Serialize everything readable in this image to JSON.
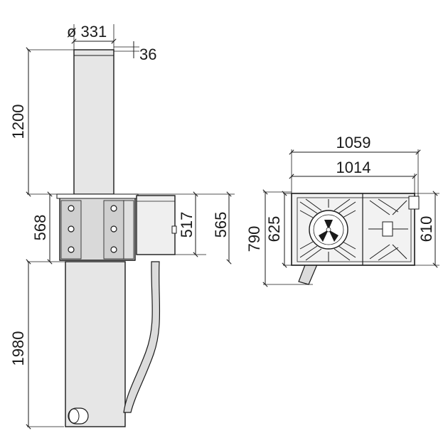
{
  "side_view": {
    "labels": {
      "diameter": "ø 331",
      "wall": "36",
      "total_top": "1200",
      "collar": "568",
      "box_inner": "517",
      "box_outer": "565",
      "bottom": "1980"
    }
  },
  "top_view": {
    "labels": {
      "outer_width": "1059",
      "inner_width": "1014",
      "outer_depth": "790",
      "inner_depth": "625",
      "frame_depth": "610"
    }
  },
  "colors": {
    "line": "#1a1a1a",
    "pillar_fill": "#e6e6e6",
    "collar_fill": "#d9d9d9",
    "hose_fill": "#dcdcdc",
    "top_fill": "#f2f2f2"
  }
}
